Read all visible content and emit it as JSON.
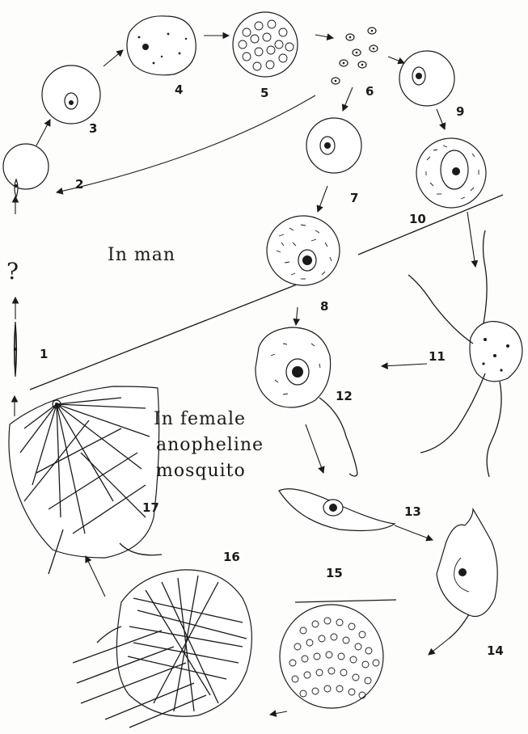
{
  "labels": {
    "in_man": "In man",
    "in_female_line1": "In female",
    "in_female_line2": "anopheline",
    "in_female_line3": "mosquito",
    "question": "?"
  },
  "stages": {
    "s1": "1",
    "s2": "2",
    "s3": "3",
    "s4": "4",
    "s5": "5",
    "s6": "6",
    "s7": "7",
    "s8": "8",
    "s9": "9",
    "s10": "10",
    "s11": "11",
    "s12": "12",
    "s13": "13",
    "s14": "14",
    "s15": "15",
    "s16": "16",
    "s17": "17"
  },
  "colors": {
    "ink": "#1a1a1a",
    "paper": "#fdfdfb"
  }
}
